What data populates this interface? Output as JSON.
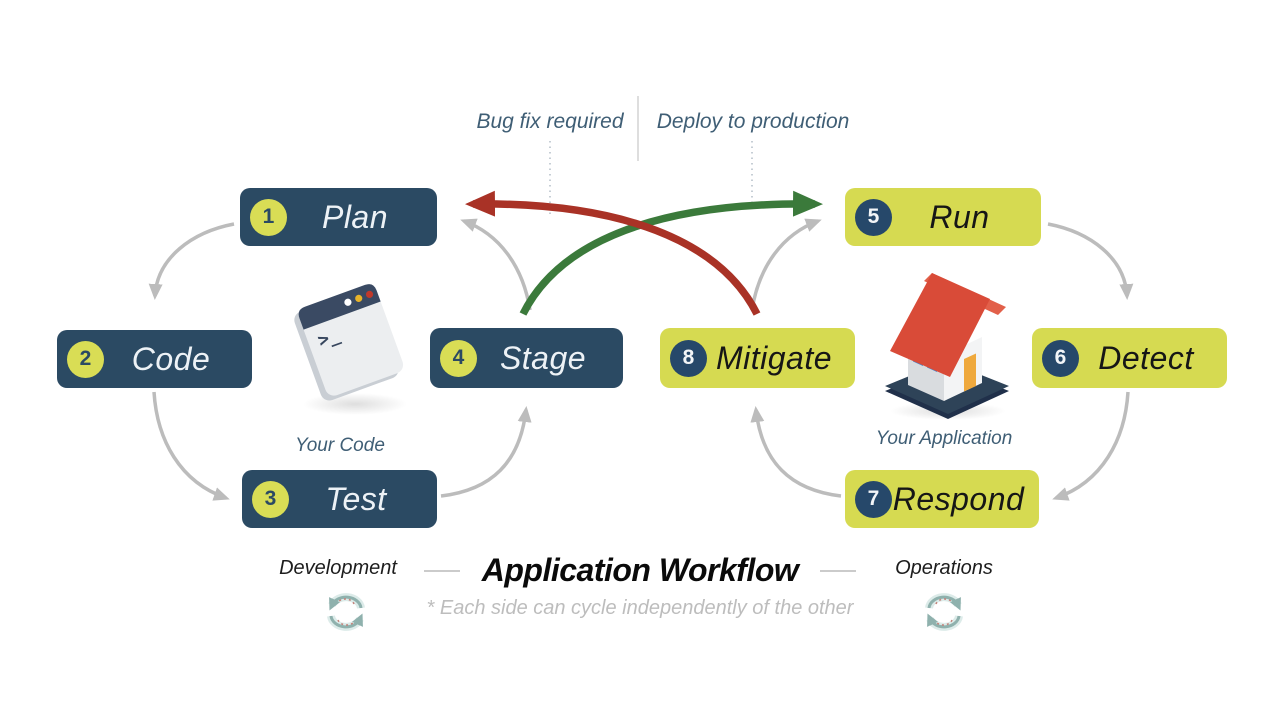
{
  "diagram": {
    "title": "Application Workflow",
    "note": "* Each side can cycle independently of the other",
    "left_cycle_label": "Development",
    "right_cycle_label": "Operations",
    "transition_labels": {
      "bug_fix": "Bug fix required",
      "deploy": "Deploy to production"
    },
    "artifact_labels": {
      "code": "Your Code",
      "application": "Your Application"
    },
    "terminal_prompt": ">_"
  },
  "stages": [
    {
      "num": "1",
      "label": "Plan",
      "side": "development"
    },
    {
      "num": "2",
      "label": "Code",
      "side": "development"
    },
    {
      "num": "3",
      "label": "Test",
      "side": "development"
    },
    {
      "num": "4",
      "label": "Stage",
      "side": "development"
    },
    {
      "num": "5",
      "label": "Run",
      "side": "operations"
    },
    {
      "num": "6",
      "label": "Detect",
      "side": "operations"
    },
    {
      "num": "7",
      "label": "Respond",
      "side": "operations"
    },
    {
      "num": "8",
      "label": "Mitigate",
      "side": "operations"
    }
  ],
  "colors": {
    "development_box": "#2b4a63",
    "operations_box": "#d6da51",
    "development_badge": "#d9dd55",
    "operations_badge": "#26486a",
    "bug_fix_arrow": "#a93226",
    "deploy_arrow": "#3b7a3b",
    "cycle_arrow_gray": "#bcbcbc",
    "annotation_text": "#3f5e75"
  },
  "icons": [
    "terminal-window-icon",
    "house-icon",
    "cycle-arrows-icon"
  ]
}
